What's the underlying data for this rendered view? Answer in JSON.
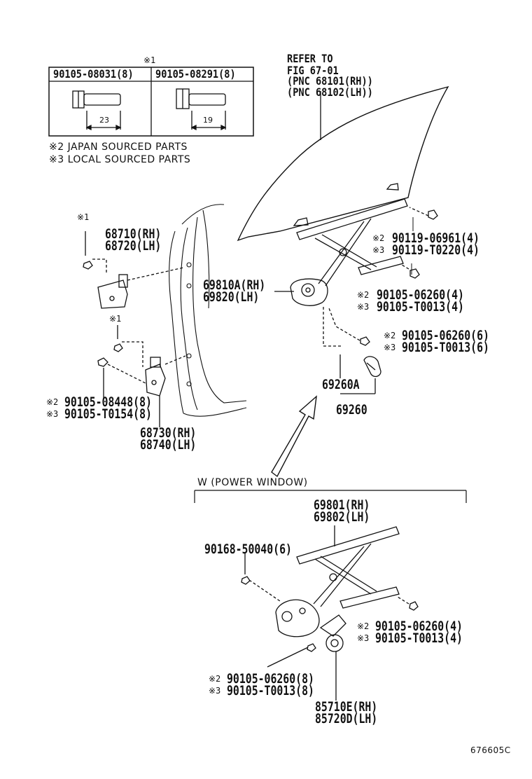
{
  "diagram_code": "676605C",
  "note1_mark": "※1",
  "bolt_table": {
    "col1": "90105-08031(8)",
    "col2": "90105-08291(8)",
    "dim1": "23",
    "dim2": "19"
  },
  "legend": {
    "line1": "※2 JAPAN SOURCED PARTS",
    "line2": "※3 LOCAL SOURCED PARTS"
  },
  "refer": {
    "line1": "REFER TO",
    "line2": "FIG 67-01",
    "line3": "(PNC 68101(RH))",
    "line4": "(PNC 68102(LH))"
  },
  "parts": {
    "hinge_upper_mark": "※1",
    "hinge_upper_rh": "68710(RH)",
    "hinge_upper_lh": "68720(LH)",
    "hinge_lower_mark": "※1",
    "hinge_lower_rh": "68730(RH)",
    "hinge_lower_lh": "68740(LH)",
    "bolt_08448": "90105-08448(8)",
    "bolt_T0154": "90105-T0154(8)",
    "regulator_rh": "69810A(RH)",
    "regulator_lh": "69820(LH)",
    "bolt_06961": "90119-06961(4)",
    "bolt_T0220": "90119-T0220(4)",
    "bolt_06260_a": "90105-06260(4)",
    "bolt_T0013_a": "90105-T0013(4)",
    "bolt_06260_b": "90105-06260(6)",
    "bolt_T0013_b": "90105-T0013(6)",
    "handle_a": "69260A",
    "handle": "69260"
  },
  "power_window": {
    "title": "W (POWER WINDOW)",
    "regulator_rh": "69801(RH)",
    "regulator_lh": "69802(LH)",
    "screw": "90168-50040(6)",
    "bolt_06260_c": "90105-06260(4)",
    "bolt_T0013_c": "90105-T0013(4)",
    "bolt_06260_d": "90105-06260(8)",
    "bolt_T0013_d": "90105-T0013(8)",
    "motor_rh": "85710E(RH)",
    "motor_lh": "85720D(LH)"
  },
  "marks": {
    "m2": "※2",
    "m3": "※3"
  }
}
